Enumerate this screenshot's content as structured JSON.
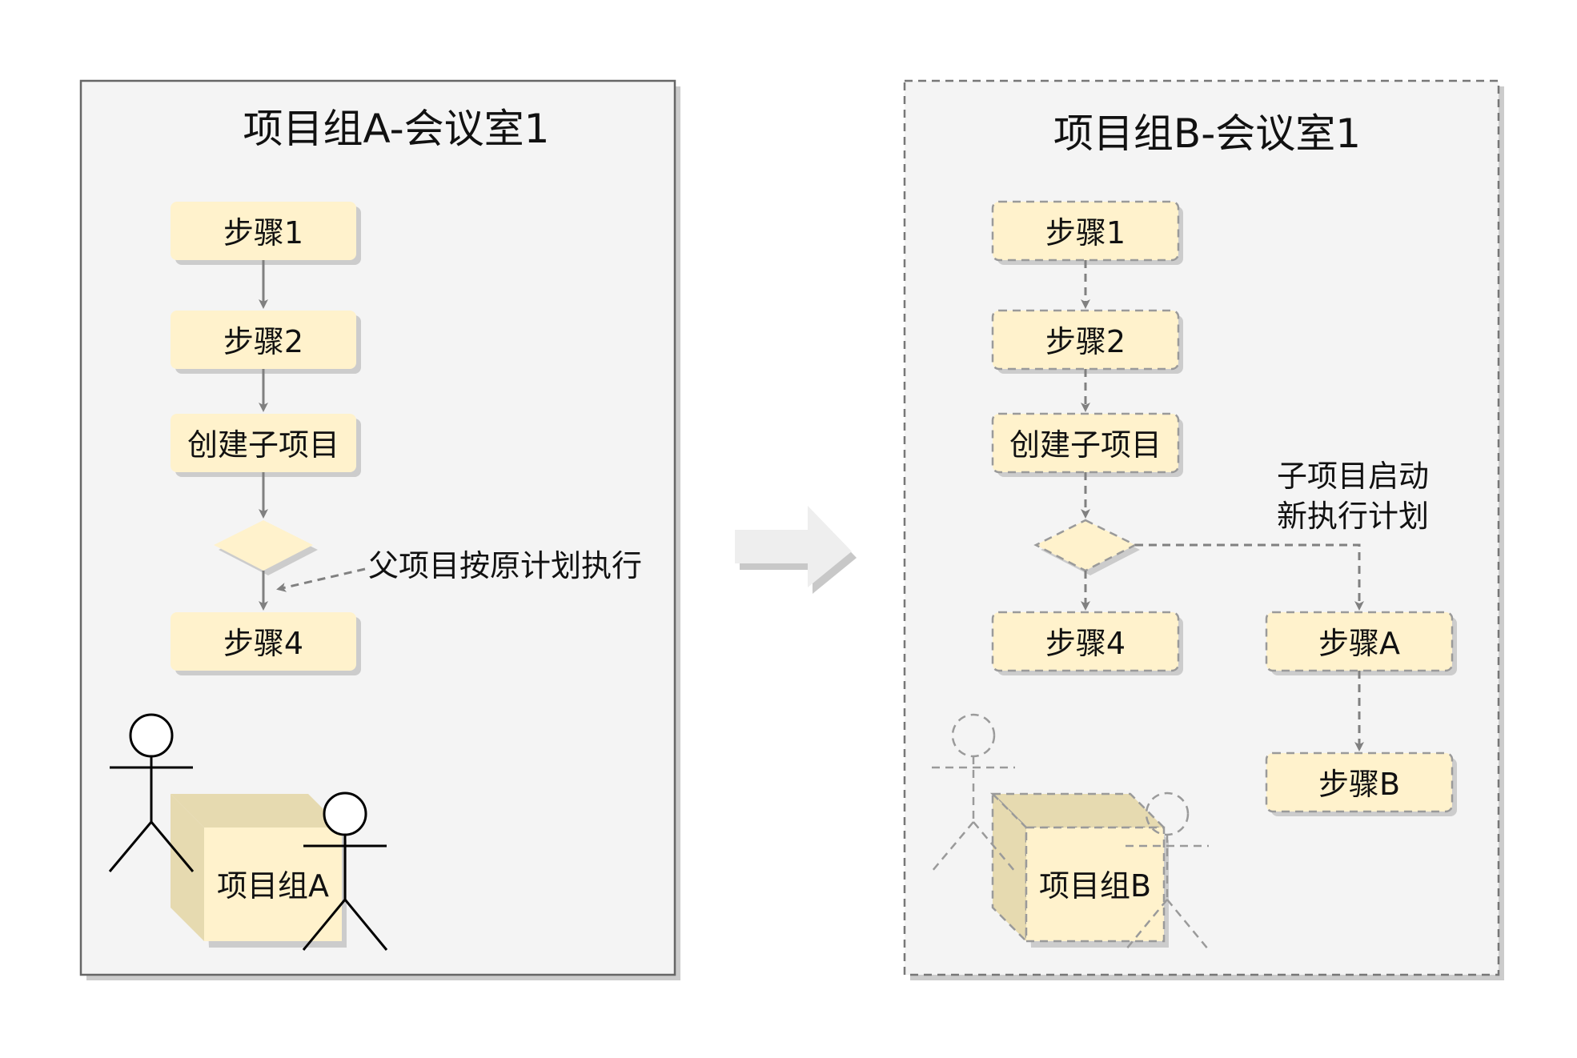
{
  "left_panel": {
    "title": "项目组A-会议室1",
    "steps": [
      "步骤1",
      "步骤2",
      "创建子项目",
      "步骤4"
    ],
    "note": "父项目按原计划执行",
    "group_label": "项目组A"
  },
  "right_panel": {
    "title": "项目组B-会议室1",
    "steps": [
      "步骤1",
      "步骤2",
      "创建子项目",
      "步骤4"
    ],
    "note_line1": "子项目启动",
    "note_line2": "新执行计划",
    "sub_steps": [
      "步骤A",
      "步骤B"
    ],
    "group_label": "项目组B"
  },
  "colors": {
    "step_fill": "#fff2cc",
    "panel_fill": "#f4f4f4",
    "edge": "#808080",
    "box_side": "#e6dab0"
  }
}
